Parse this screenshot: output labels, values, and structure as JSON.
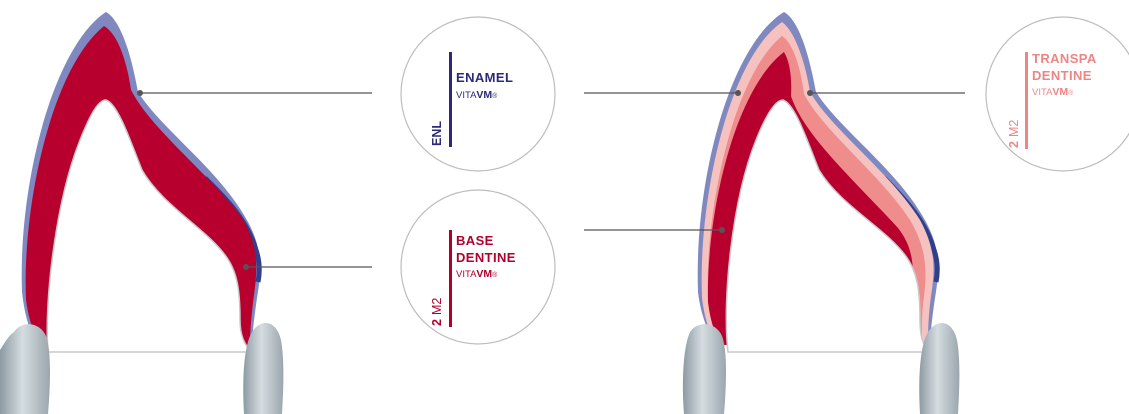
{
  "colors": {
    "enamel": "#7f89c0",
    "enamel_dark": "#2f3f8c",
    "base_dentine": "#b8002f",
    "transpa_dentine": "#ef8c8c",
    "light_pink": "#f6c2c0",
    "navy_text": "#2b2a7a",
    "red_text": "#b2002d",
    "pink_text": "#ee8585",
    "leader_line": "#555555",
    "circle_stroke": "#bdbdbd"
  },
  "labels": {
    "enamel": {
      "title_lines": [
        "ENAMEL"
      ],
      "brand_prefix": "VITA",
      "brand_bold": "VM",
      "brand_suffix": "®",
      "code_bold": "ENL",
      "code_light": ""
    },
    "base_dentine": {
      "title_lines": [
        "BASE",
        "DENTINE"
      ],
      "brand_prefix": "VITA",
      "brand_bold": "VM",
      "brand_suffix": "®",
      "code_bold": "2",
      "code_light": "M2"
    },
    "transpa_dentine": {
      "title_lines": [
        "TRANSPA",
        "DENTINE"
      ],
      "brand_prefix": "VITA",
      "brand_bold": "VM",
      "brand_suffix": "®",
      "code_bold": "2",
      "code_light": "M2"
    }
  }
}
